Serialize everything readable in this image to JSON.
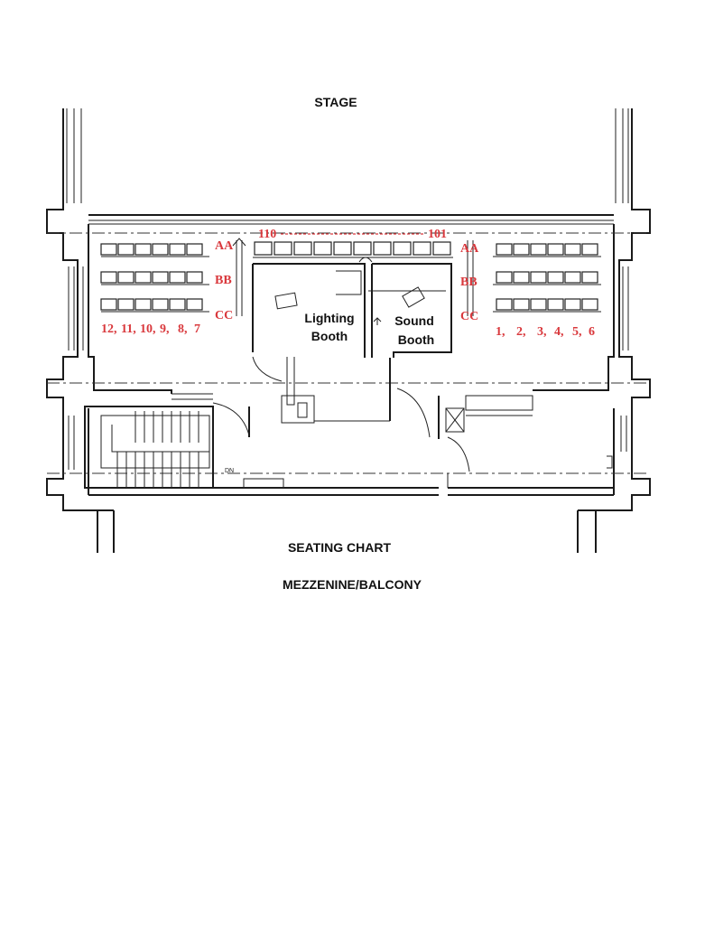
{
  "title_top": "STAGE",
  "title_chart": "SEATING CHART",
  "title_floor": "MEZZENINE/BALCONY",
  "rows": {
    "aa_left": "AA",
    "aa_right": "AA",
    "bb_left": "BB",
    "bb_right": "BB",
    "cc_left": "CC",
    "cc_right": "CC"
  },
  "front_range": {
    "start": "110",
    "end": "101"
  },
  "seat_numbers_left": [
    "12,",
    "11,",
    "10,",
    "9,",
    "8,",
    "7"
  ],
  "seat_numbers_right": [
    "1,",
    "2,",
    "3,",
    "4,",
    "5,",
    "6"
  ],
  "rooms": {
    "lighting_line1": "Lighting",
    "lighting_line2": "Booth",
    "sound_line1": "Sound",
    "sound_line2": "Booth"
  },
  "stair_label": "DN",
  "colors": {
    "label": "#d9383c",
    "line": "#1a1a1a"
  }
}
